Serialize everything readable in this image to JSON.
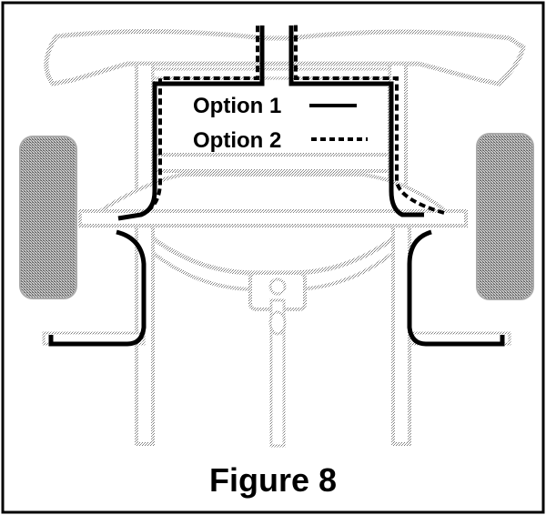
{
  "legend": {
    "option1_label": "Option 1",
    "option2_label": "Option 2"
  },
  "caption": "Figure 8",
  "colors": {
    "ink": "#000000",
    "dither_gray": "#b8b8b8",
    "tire_gray": "#9a9a9a",
    "background": "#ffffff"
  }
}
